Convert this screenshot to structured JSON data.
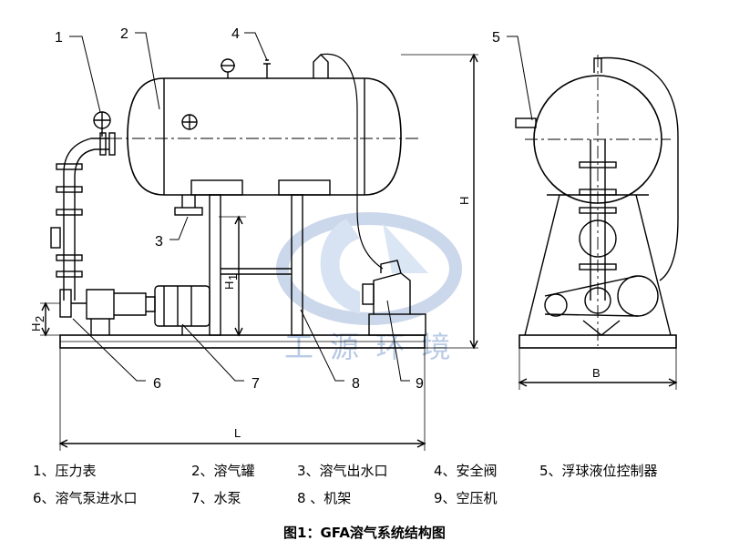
{
  "diagram": {
    "callouts": [
      "1",
      "2",
      "3",
      "4",
      "5",
      "6",
      "7",
      "8",
      "9"
    ],
    "dimensions": {
      "H": "H",
      "H1": "H",
      "H1_sub": "1",
      "H2": "H",
      "H2_sub": "2",
      "L": "L",
      "B": "B"
    },
    "watermark": "工 源 环 境"
  },
  "legend": [
    [
      "1、压力表",
      "2、溶气罐",
      "3、溶气出水口",
      "4、安全阀",
      "5、浮球液位控制器"
    ],
    [
      "6、溶气泵进水口",
      "7、水泵",
      "8 、机架",
      "9、空压机"
    ]
  ],
  "caption": "图1：GFA溶气系统结构图"
}
